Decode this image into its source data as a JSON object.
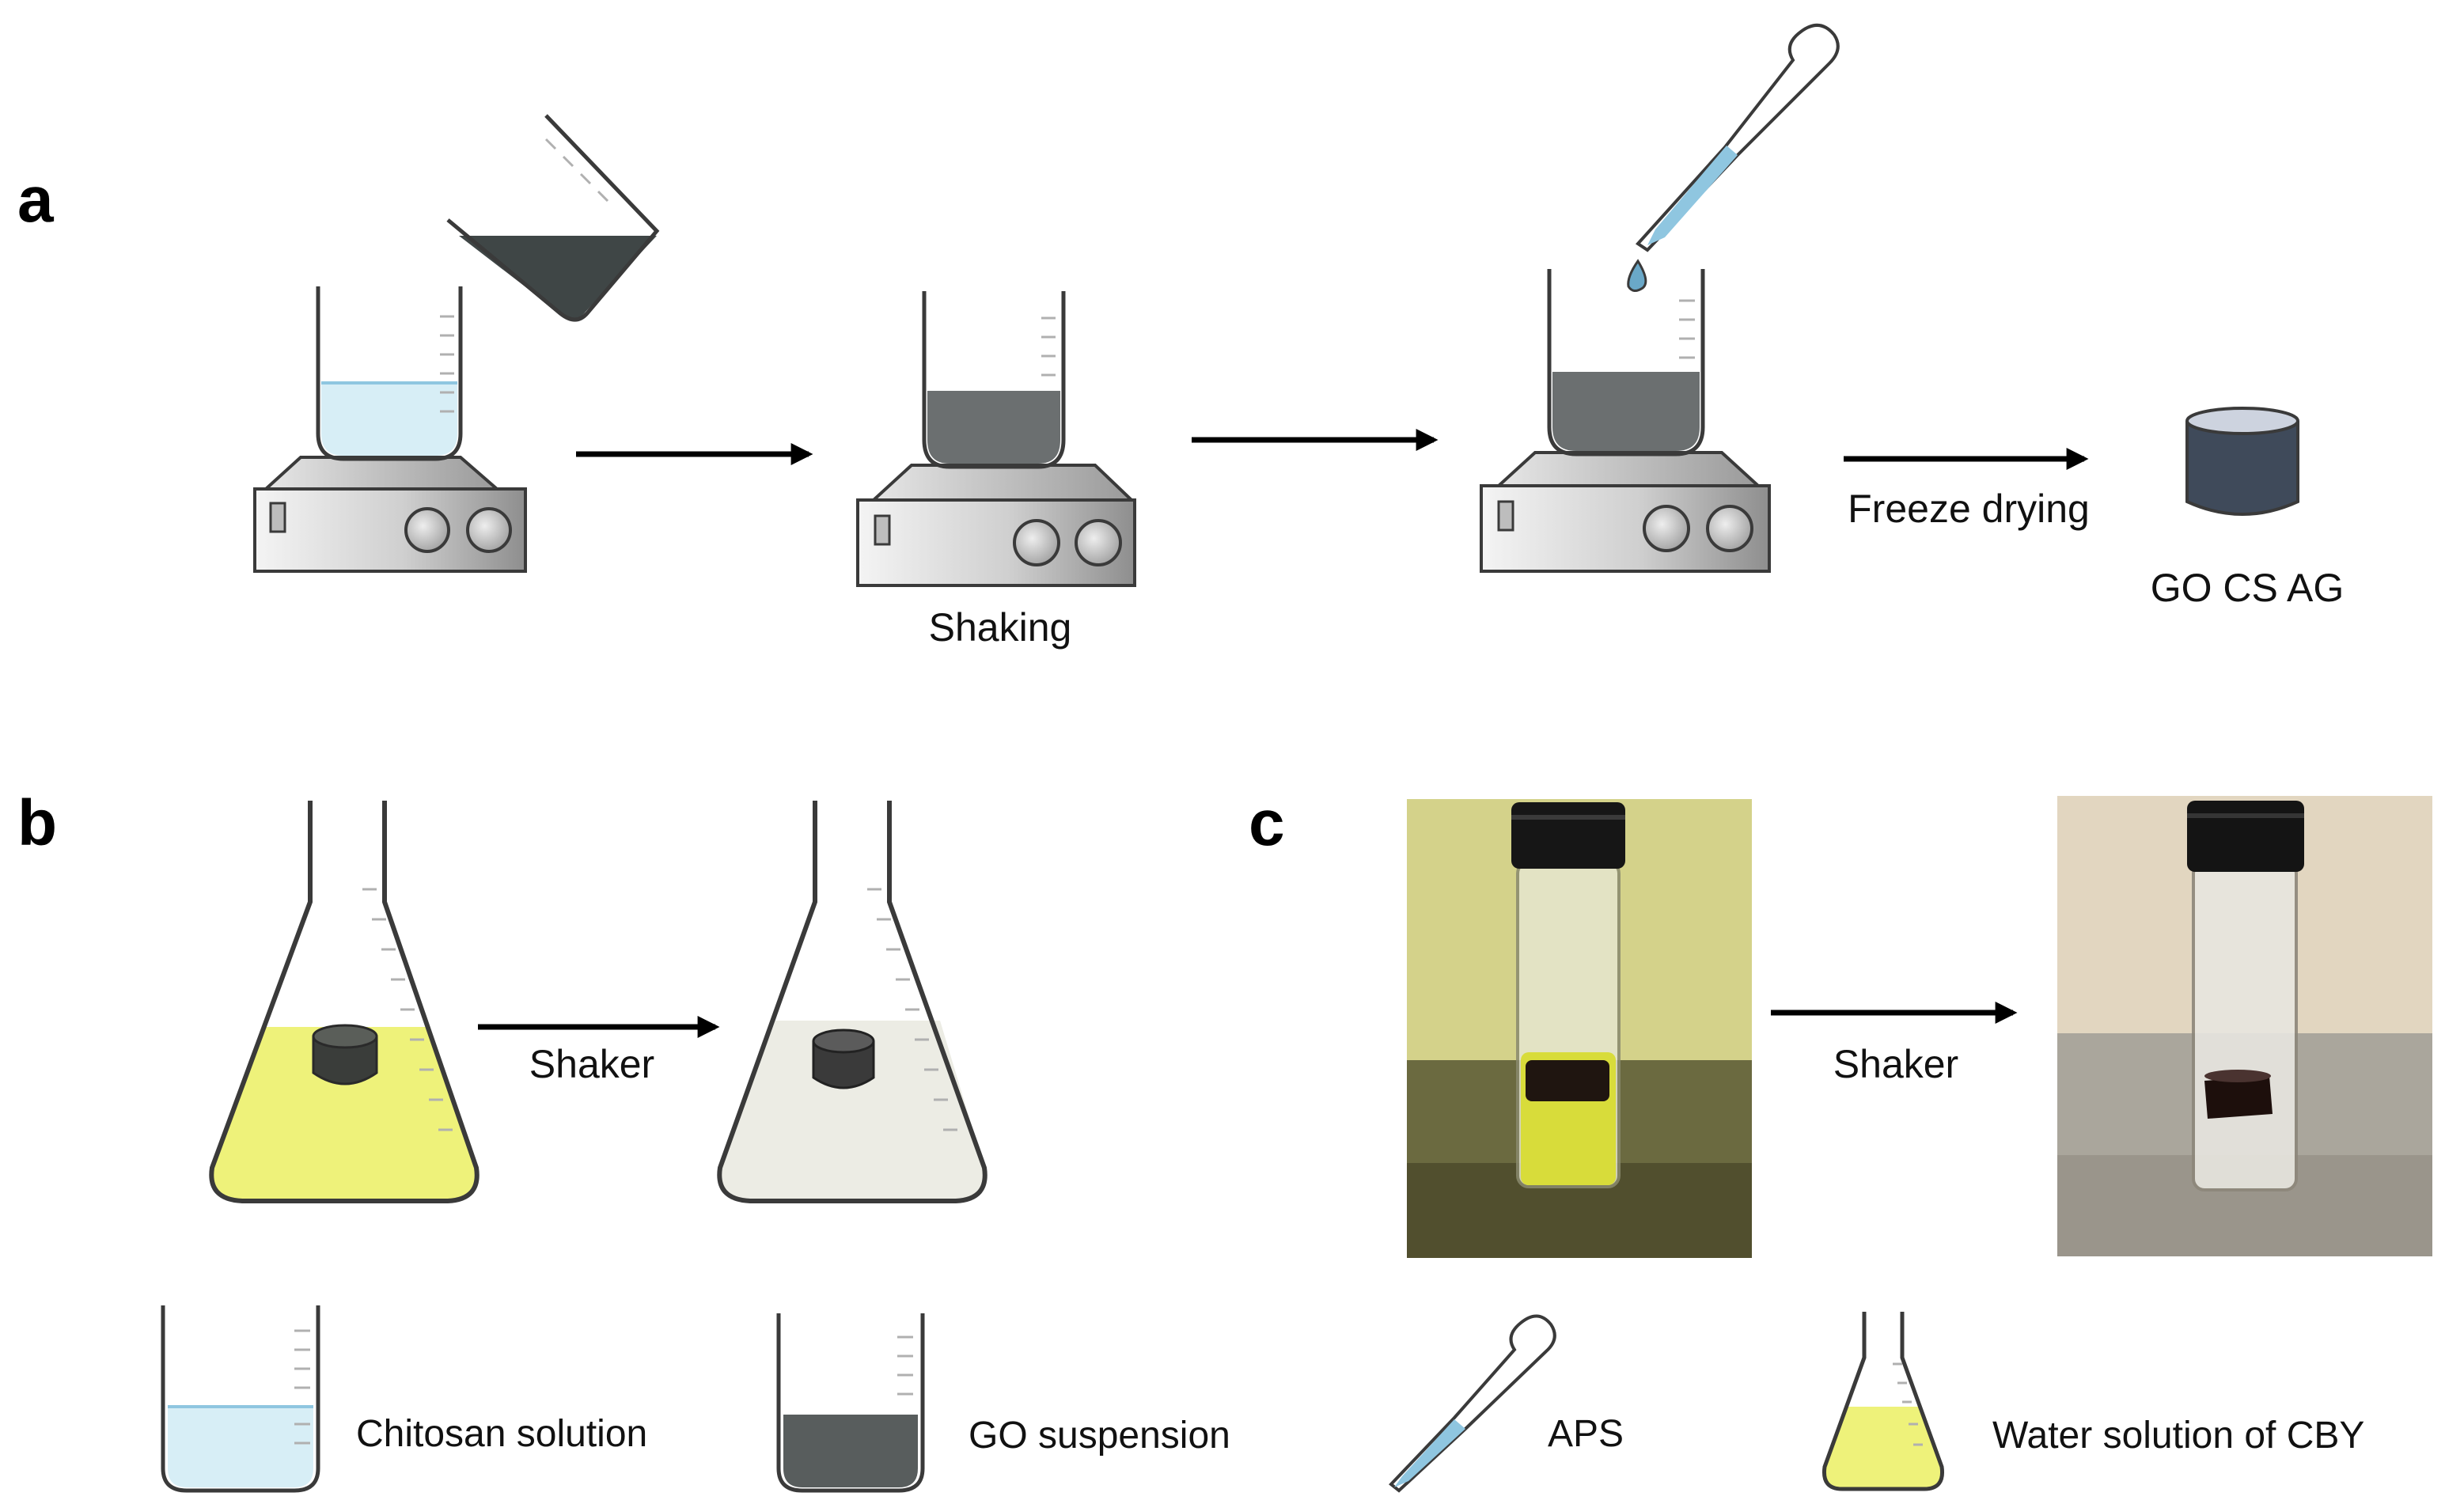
{
  "panels": {
    "a": "a",
    "b": "b",
    "c": "c"
  },
  "labels": {
    "shaking": "Shaking",
    "freeze_drying": "Freeze drying",
    "product": "GO CS AG",
    "shaker_b": "Shaker",
    "shaker_c": "Shaker"
  },
  "legend": {
    "chitosan": "Chitosan solution",
    "go": "GO suspension",
    "aps": "APS",
    "cby": "Water solution of CBY"
  },
  "colors": {
    "chitosan": "#d7eef6",
    "go_dark": "#3f4646",
    "go_mid": "#6b6f70",
    "aps": "#8fc6e0",
    "cby": "#eef27a",
    "cleared": "#ecece4",
    "aerogel": "#3f4a5a",
    "aerogel_top": "#cdd3df",
    "outline": "#3a3a3a"
  }
}
